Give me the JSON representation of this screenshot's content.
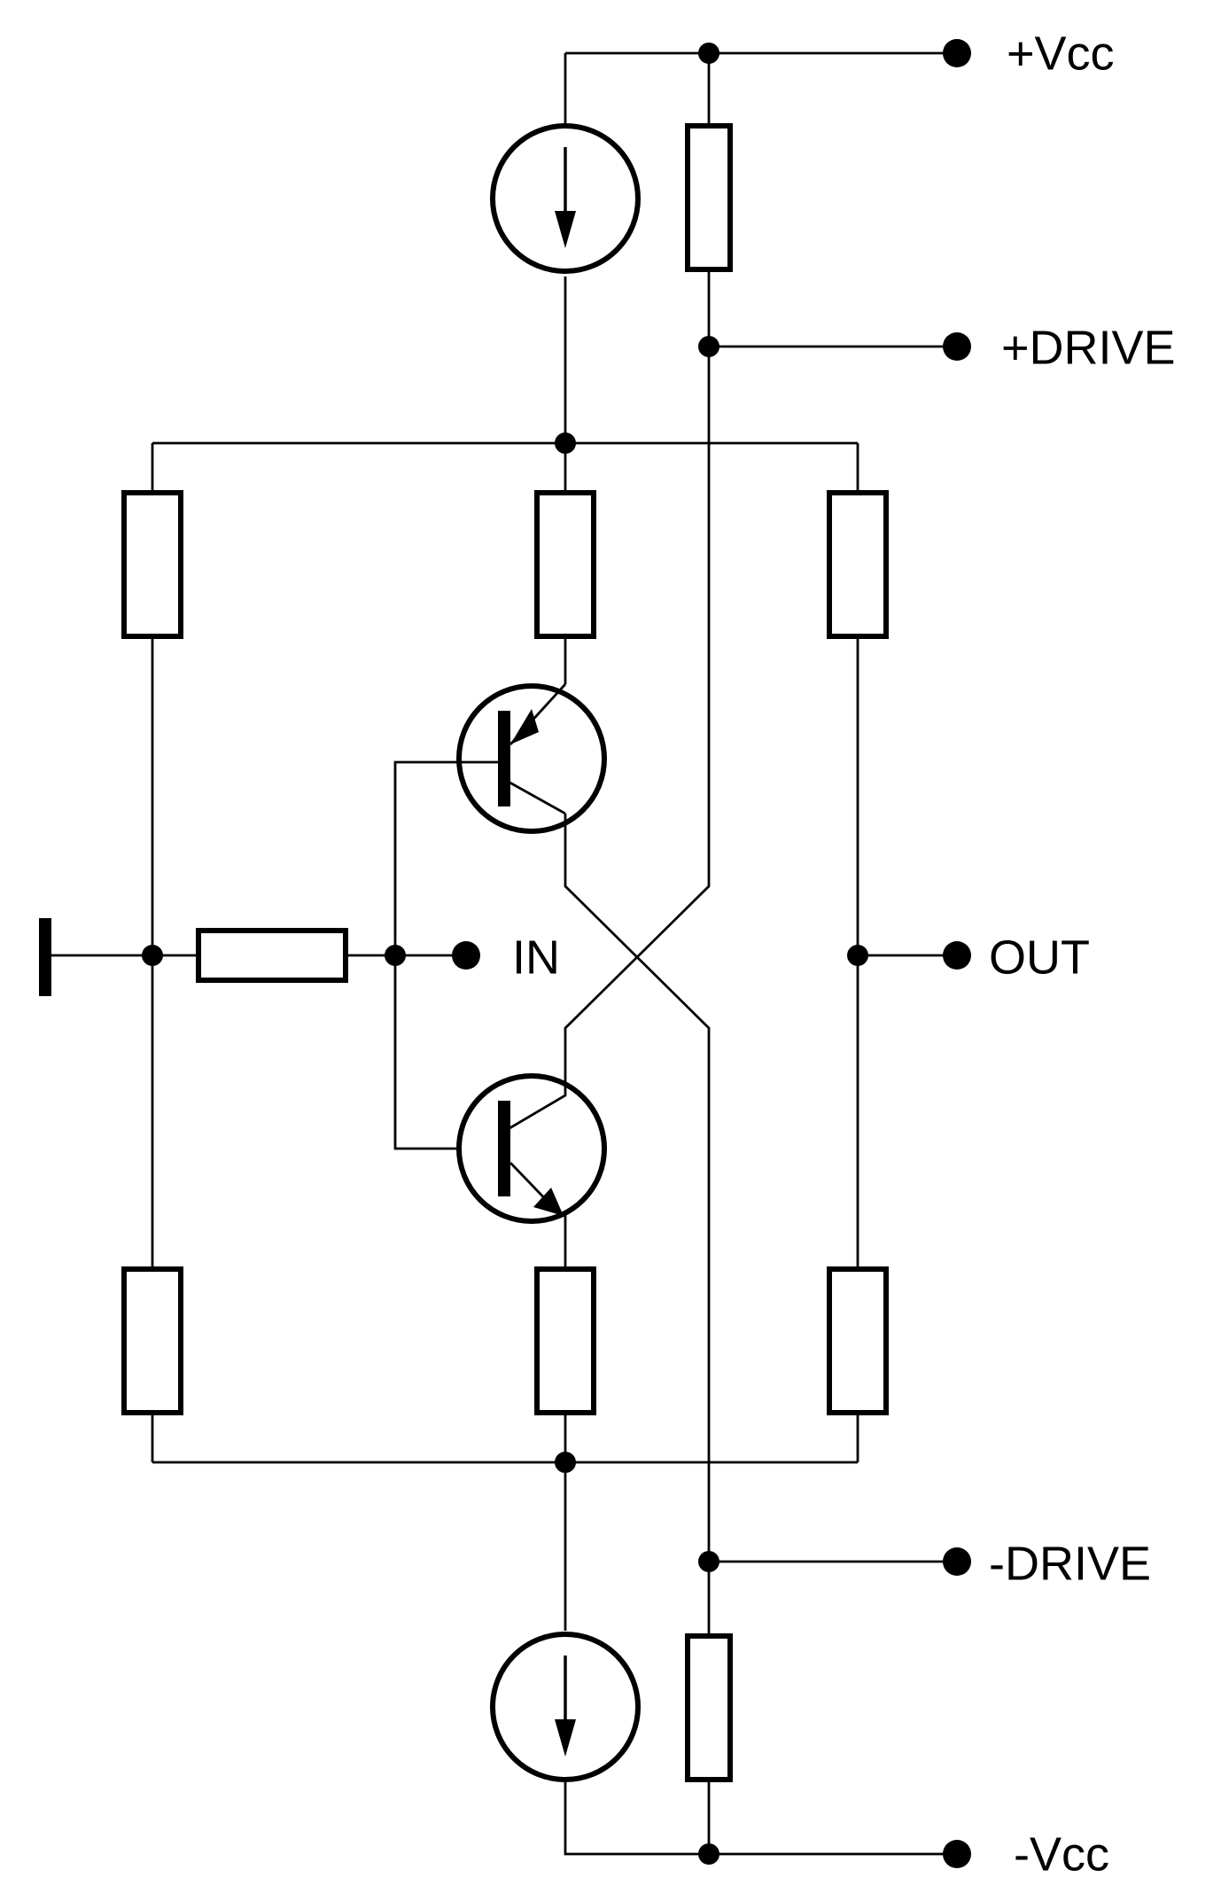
{
  "terminals": {
    "plus_vcc": "+Vcc",
    "plus_drive": "+DRIVE",
    "input": "IN",
    "output": "OUT",
    "minus_drive": "-DRIVE",
    "minus_vcc": "-Vcc"
  }
}
